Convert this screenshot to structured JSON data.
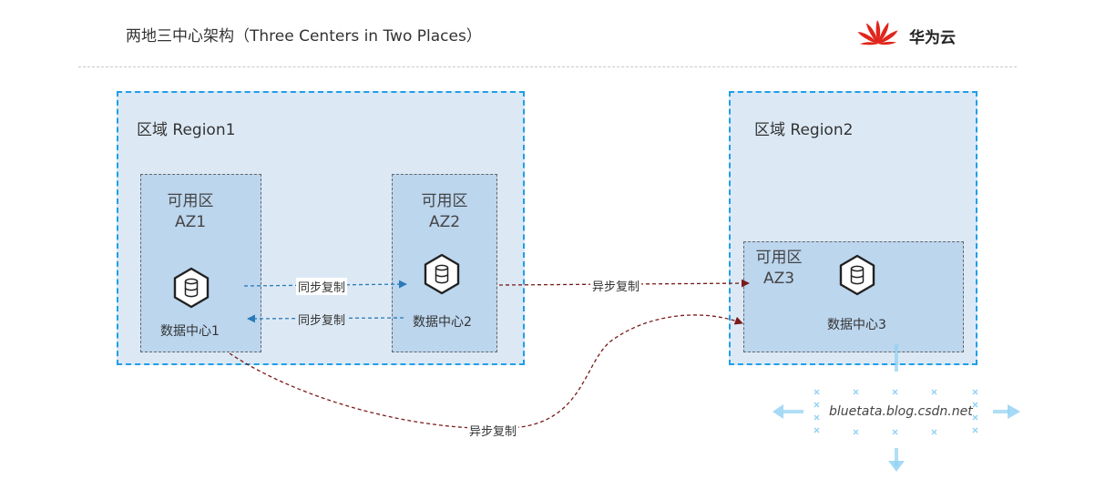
{
  "title": "两地三中心架构（Three Centers in Two Places）",
  "brand": {
    "name": "华为云",
    "logo_icon": "huawei-flower-icon",
    "color": "#e1251b"
  },
  "regions": [
    {
      "label": "区域 Region1"
    },
    {
      "label": "区域 Region2"
    }
  ],
  "zones": [
    {
      "label_line1": "可用区",
      "label_line2": "AZ1",
      "datacenter": "数据中心1",
      "icon": "database-icon"
    },
    {
      "label_line1": "可用区",
      "label_line2": "AZ2",
      "datacenter": "数据中心2",
      "icon": "database-icon"
    },
    {
      "label_line1": "可用区",
      "label_line2": "AZ3",
      "datacenter": "数据中心3",
      "icon": "database-icon"
    }
  ],
  "links": {
    "sync_forward": "同步复制",
    "sync_back": "同步复制",
    "async_az2_az3": "异步复制",
    "async_az1_az3": "异步复制"
  },
  "watermark": {
    "text": "bluetata.blog.csdn.net"
  },
  "colors": {
    "region_fill": "#dce9f5",
    "region_border": "#1e9fe8",
    "zone_fill": "#bcd6ee",
    "sync_arrow": "#2a7ab8",
    "async_arrow": "#7a1a1a"
  }
}
